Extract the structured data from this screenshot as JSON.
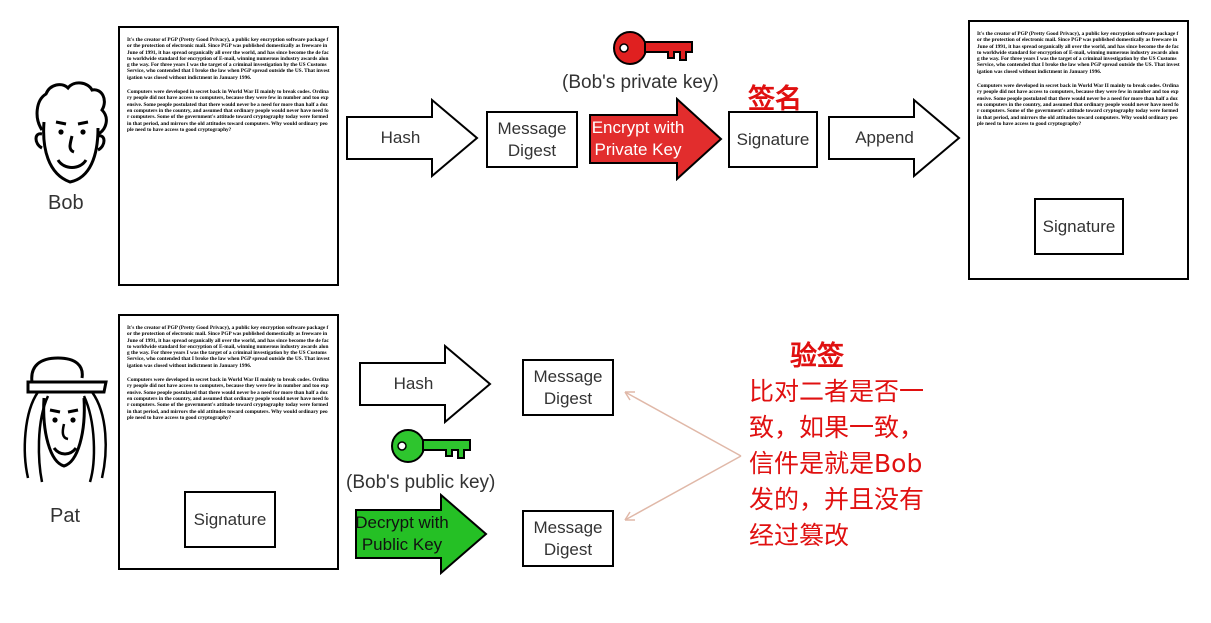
{
  "people": {
    "bob": "Bob",
    "pat": "Pat"
  },
  "document": {
    "paragraph_1": "It's the creator of PGP (Pretty Good Privacy), a public key encryption software package for the protection of electronic mail. Since PGP was published domestically as freeware in June of 1991, it has spread organically all over the world, and has since become the de facto worldwide standard for encryption of E-mail, winning numerous industry awards along the way. For three years I was the target of a criminal investigation by the US Customs Service, who contended that I broke the law when PGP spread outside the US. That investigation was closed without indictment in January 1996.",
    "paragraph_2": "Computers were developed in secret back in World War II mainly to break codes. Ordinary people did not have access to computers, because they were few in number and too expensive. Some people postulated that there would never be a need for more than half a dozen computers in the country, and assumed that ordinary people would never have need for computers. Some of the government's attitude toward cryptography today were formed in that period, and mirrors the old attitudes toward computers. Why would ordinary people need to have access to good cryptography?"
  },
  "sign_flow": {
    "hash": "Hash",
    "digest": "Message Digest",
    "encrypt": "Encrypt with Private Key",
    "signature": "Signature",
    "append": "Append",
    "key_caption": "(Bob's private key)",
    "title": "签名",
    "doc_signature": "Signature"
  },
  "verify_flow": {
    "hash": "Hash",
    "digest_top": "Message Digest",
    "decrypt": "Decrypt with Public Key",
    "digest_bottom": "Message Digest",
    "key_caption": "(Bob's public key)",
    "doc_signature": "Signature",
    "title": "验签",
    "note": "比对二者是否一致，如果一致，信件是就是Bob发的，并且没有经过篡改"
  },
  "colors": {
    "encrypt_arrow": "#e22d2d",
    "decrypt_arrow": "#25c025",
    "private_key": "#e02020",
    "public_key": "#2ec52e",
    "annotation": "#e01010"
  },
  "icons": [
    "bob-face-icon",
    "pat-face-icon",
    "private-key-icon",
    "public-key-icon"
  ]
}
